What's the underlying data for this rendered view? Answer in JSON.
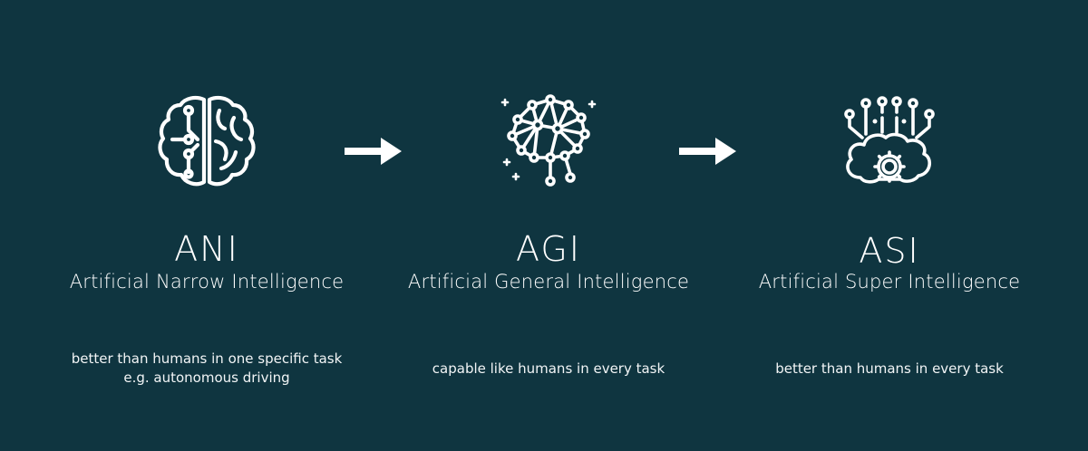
{
  "colors": {
    "background": "#0f3540",
    "foreground": "#ffffff"
  },
  "stages": [
    {
      "icon": "brain-circuit-icon",
      "acronym": "ANI",
      "name": "Artificial Narrow Intelligence",
      "description": [
        "better than humans in one specific task",
        "e.g. autonomous driving"
      ]
    },
    {
      "icon": "neural-network-brain-icon",
      "acronym": "AGI",
      "name": "Artificial General Intelligence",
      "description": [
        "capable like humans in every task"
      ]
    },
    {
      "icon": "brain-gear-circuit-icon",
      "acronym": "ASI",
      "name": "Artificial Super Intelligence",
      "description": [
        "better than humans in every task"
      ]
    }
  ],
  "arrows": [
    {
      "from": "ANI",
      "to": "AGI",
      "icon": "arrow-right-icon"
    },
    {
      "from": "AGI",
      "to": "ASI",
      "icon": "arrow-right-icon"
    }
  ]
}
